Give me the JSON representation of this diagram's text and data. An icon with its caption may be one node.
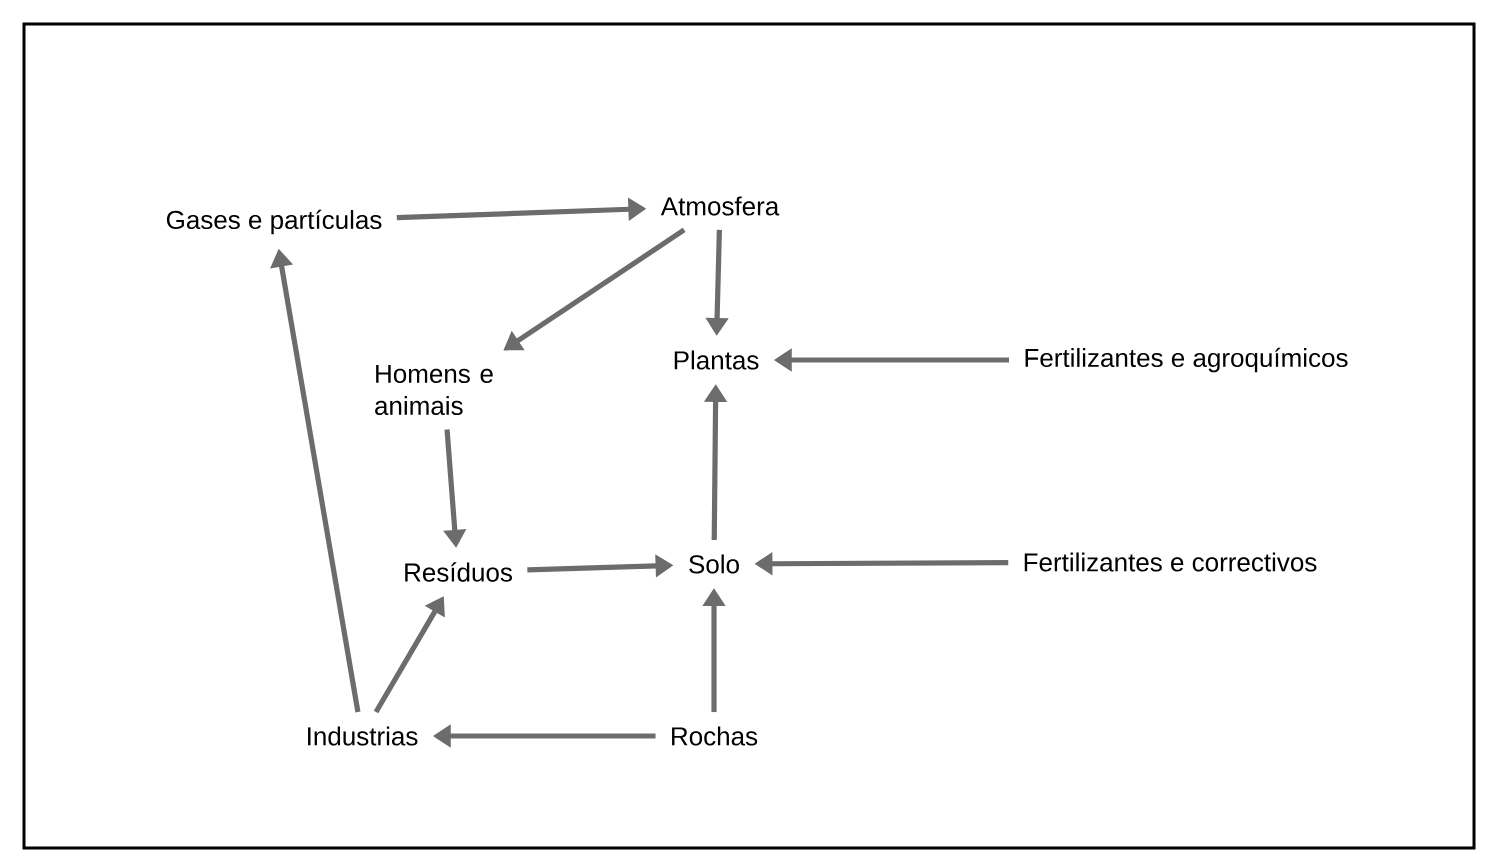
{
  "diagram": {
    "nodes": [
      {
        "text": [
          "Atmosfera"
        ]
      },
      {
        "text": [
          "Gases e partículas"
        ]
      },
      {
        "text": [
          "Homens e animais"
        ]
      },
      {
        "text": [
          "Plantas"
        ]
      },
      {
        "text": [
          "Fertilizantes e agroquímicos"
        ]
      },
      {
        "text": [
          "Resíduos"
        ]
      },
      {
        "text": [
          "Solo"
        ]
      },
      {
        "text": [
          "Fertilizantes e correctivos"
        ]
      },
      {
        "text": [
          "Industrias"
        ]
      },
      {
        "text": [
          "Rochas"
        ]
      }
    ],
    "edges": [
      {
        "from": 1,
        "to": 0,
        "arrow": "to"
      },
      {
        "from": 0,
        "to": 2,
        "arrow": "to"
      },
      {
        "from": 0,
        "to": 3,
        "arrow": "to"
      },
      {
        "from": 4,
        "to": 3,
        "arrow": "to"
      },
      {
        "from": 2,
        "to": 5,
        "arrow": "to"
      },
      {
        "from": 6,
        "to": 3,
        "arrow": "to"
      },
      {
        "from": 7,
        "to": 6,
        "arrow": "to"
      },
      {
        "from": 5,
        "to": 6,
        "arrow": "to"
      },
      {
        "from": 9,
        "to": 6,
        "arrow": "to"
      },
      {
        "from": 9,
        "to": 8,
        "arrow": "to"
      },
      {
        "from": 8,
        "to": 5,
        "arrow": "to"
      },
      {
        "from": 8,
        "to": 1,
        "arrow": "to"
      }
    ]
  }
}
